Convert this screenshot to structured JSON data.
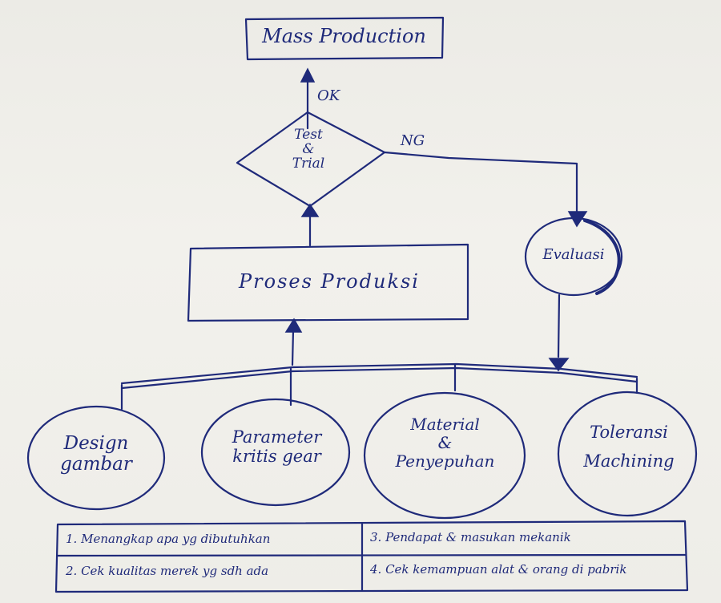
{
  "diagram": {
    "top_box": "Mass Production",
    "decision": "Test\n&\nTrial",
    "ok_label": "OK",
    "ng_label": "NG",
    "evaluation": "Evaluasi",
    "process_box": "Proses Produksi",
    "circles": [
      "Design\ngambar",
      "Parameter\nkritis gear",
      "Material\n&\nPenyepuhan",
      "Toleransi\nMachining"
    ]
  },
  "notes": [
    "1. Menangkap apa yg dibutuhkan",
    "2. Cek kualitas merek yg sdh ada",
    "3. Pendapat & masukan mekanik",
    "4. Cek kemampuan alat & orang di pabrik"
  ]
}
